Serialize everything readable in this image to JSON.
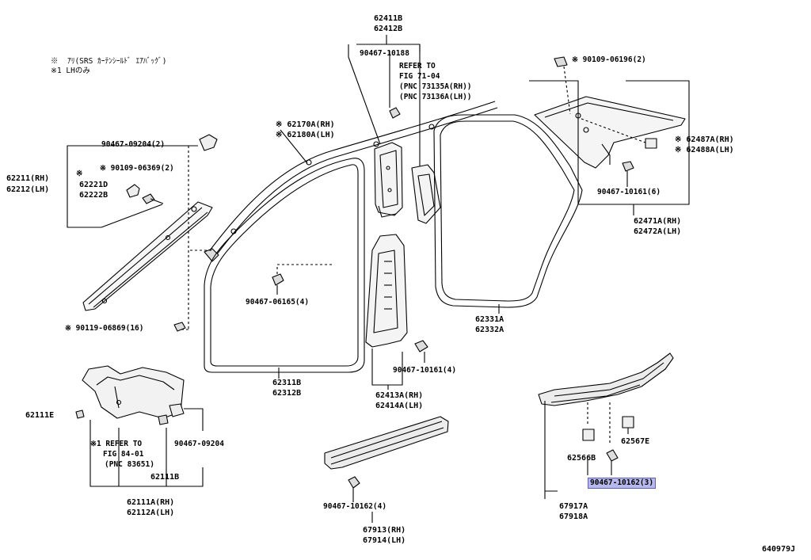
{
  "notes": {
    "line1": "※  ｱﾘ(SRS ｶｰﾃﾝｼｰﾙﾄﾞ ｴｱﾊﾞｯｸﾞ)",
    "line2": "※1 LHのみ"
  },
  "parts": {
    "p62411": "62411B",
    "p62412": "62412B",
    "clip_10188": "90467-10188",
    "refer1": "REFER TO",
    "refer1_fig": "FIG 71-04",
    "refer1_pnc1": "(PNC 73135A(RH))",
    "refer1_pnc2": "(PNC 73136A(LH))",
    "screw_06196": "※ 90109-06196(2)",
    "p62170": "※ 62170A(RH)",
    "p62180": "※ 62180A(LH)",
    "clip_09204a": "90467-09204(2)",
    "p62211": "62211(RH)",
    "p62212": "62212(LH)",
    "mark_62221": "※",
    "p62221": "62221D",
    "p62222": "62222B",
    "screw_06369": "※ 90109-06369(2)",
    "p62487": "※ 62487A(RH)",
    "p62488": "※ 62488A(LH)",
    "clip_10161_6": "90467-10161(6)",
    "p62471": "62471A(RH)",
    "p62472": "62472A(LH)",
    "clip_06165": "90467-06165(4)",
    "p62331": "62331A",
    "p62332": "62332A",
    "screw_06869": "※ 90119-06869(16)",
    "clip_10161_4": "90467-10161(4)",
    "p62311": "62311B",
    "p62312": "62312B",
    "p62413": "62413A(RH)",
    "p62414": "62414A(LH)",
    "p62111e": "62111E",
    "refer2": "※1 REFER TO",
    "refer2_fig": "FIG 84-01",
    "refer2_pnc": "(PNC 83651)",
    "clip_09204b": "90467-09204",
    "p62111b": "62111B",
    "p62111a": "62111A(RH)",
    "p62112a": "62112A(LH)",
    "p62567": "62567E",
    "p62566": "62566B",
    "clip_10162_3": "90467-10162(3)",
    "clip_10162_4": "90467-10162(4)",
    "p67917": "67917A",
    "p67918": "67918A",
    "p67913": "67913(RH)",
    "p67914": "67914(LH)",
    "diagram_id": "640979J"
  }
}
